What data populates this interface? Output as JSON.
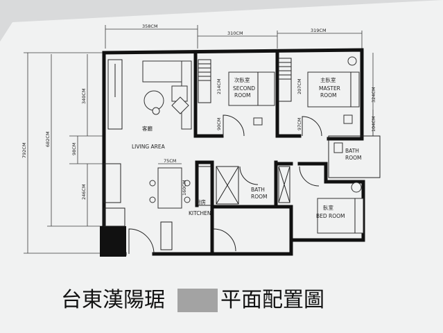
{
  "dimensions": {
    "top_living_width": "358CM",
    "top_second_room_width": "310CM",
    "top_master_room_width": "319CM",
    "left_total_height": "792CM",
    "left_main_height": "682CM",
    "left_living_height": "340CM",
    "left_corridor_height": "98CM",
    "left_kitchen_height": "246CM",
    "second_room_height": "214CM",
    "master_room_height": "207CM",
    "right_master_height": "324CM",
    "right_bath_height": "104CM",
    "second_room_door": "90CM",
    "master_room_door": "97CM",
    "dining_width": "75CM",
    "kitchen_length": "160CM"
  },
  "rooms": {
    "living_cn": "客廳",
    "living_en": "LIVING AREA",
    "second_cn": "次臥室",
    "second_en_1": "SECOND",
    "second_en_2": "ROOM",
    "master_cn": "主臥室",
    "master_en_1": "MASTER",
    "master_en_2": "ROOM",
    "bath_right_1": "BATH",
    "bath_right_2": "ROOM",
    "bath_center_1": "BATH",
    "bath_center_2": "ROOM",
    "kitchen_cn": "廚房",
    "kitchen_en": "KITCHEN",
    "bed_cn": "臥室",
    "bed_en": "BED ROOM"
  },
  "caption": {
    "left": "台東漢陽琚",
    "right": "平面配置圖"
  },
  "colors": {
    "paper": "#f1f2f2",
    "wall": "#111111",
    "redaction": "#9a9a9a"
  }
}
